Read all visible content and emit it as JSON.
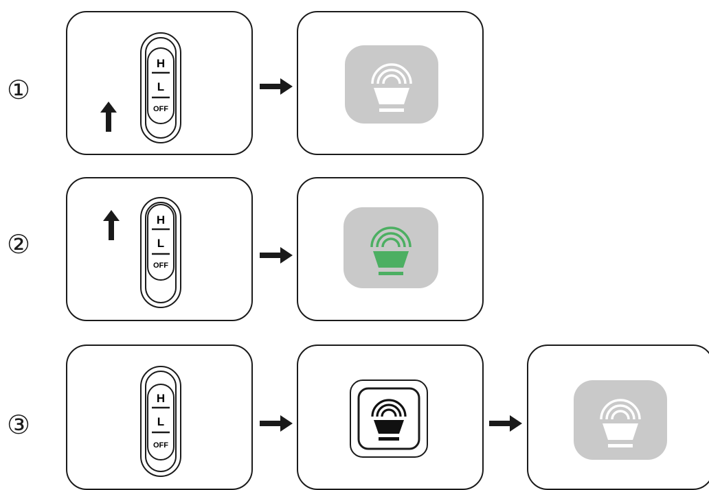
{
  "rows": [
    {
      "number": "①",
      "switch_labels": {
        "high": "H",
        "low": "L",
        "off": "OFF"
      },
      "indicator": {
        "state": "off",
        "color": "#c9c9c9",
        "icon": "beacon-light-icon"
      }
    },
    {
      "number": "②",
      "switch_labels": {
        "high": "H",
        "low": "L",
        "off": "OFF"
      },
      "indicator": {
        "state": "on",
        "color": "#4caf62",
        "icon": "beacon-light-icon"
      }
    },
    {
      "number": "③",
      "switch_labels": {
        "high": "H",
        "low": "L",
        "off": "OFF"
      },
      "indicator_sequence": [
        {
          "state": "flash",
          "color": "#111111",
          "icon": "beacon-light-icon"
        },
        {
          "state": "off",
          "color": "#c9c9c9",
          "icon": "beacon-light-icon"
        }
      ]
    }
  ],
  "colors": {
    "stroke": "#1a1a1a",
    "off_bg": "#c9c9c9",
    "on_bg": "#c9c9c9",
    "icon_off": "#ffffff",
    "icon_on": "#4caf62"
  }
}
